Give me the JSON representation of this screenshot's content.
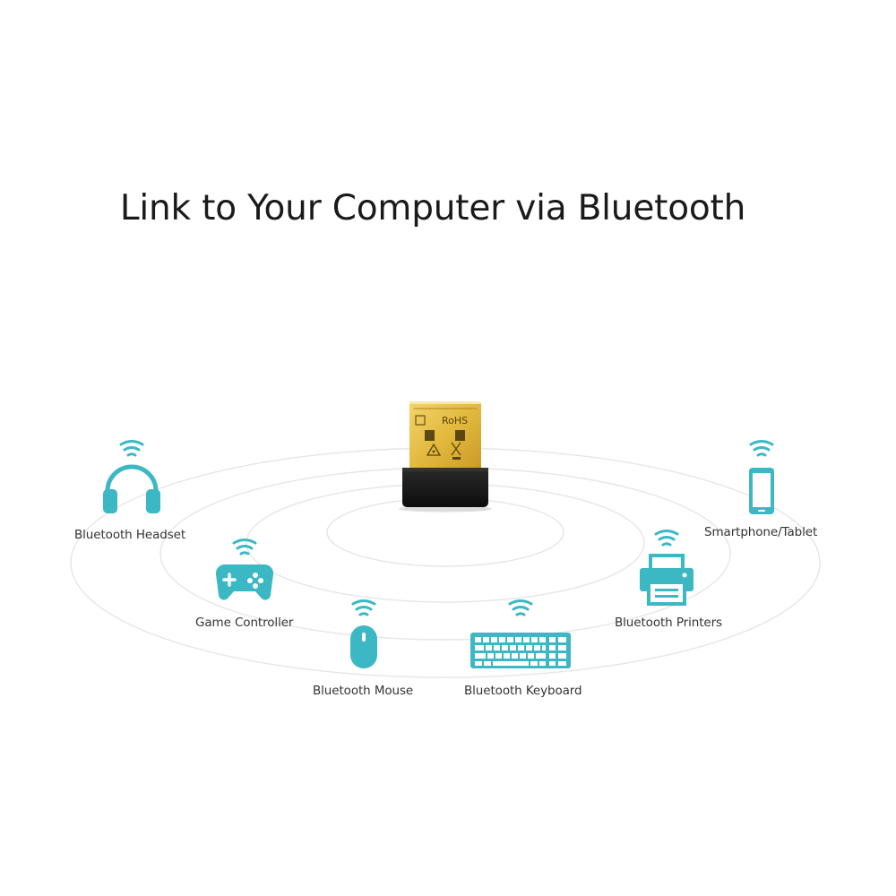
{
  "headline": "Link to Your Computer via Bluetooth",
  "colors": {
    "accent": "#3cb8c4",
    "ring": "#e7e7e7",
    "text": "#333333"
  },
  "adapter": {
    "label_text": "RoHS"
  },
  "devices": {
    "headset": {
      "label": "Bluetooth Headset",
      "icon": "headphones-icon"
    },
    "controller": {
      "label": "Game Controller",
      "icon": "gamepad-icon"
    },
    "mouse": {
      "label": "Bluetooth Mouse",
      "icon": "mouse-icon"
    },
    "keyboard": {
      "label": "Bluetooth Keyboard",
      "icon": "keyboard-icon"
    },
    "printer": {
      "label": "Bluetooth Printers",
      "icon": "printer-icon"
    },
    "phone": {
      "label": "Smartphone/Tablet",
      "icon": "smartphone-icon"
    }
  }
}
